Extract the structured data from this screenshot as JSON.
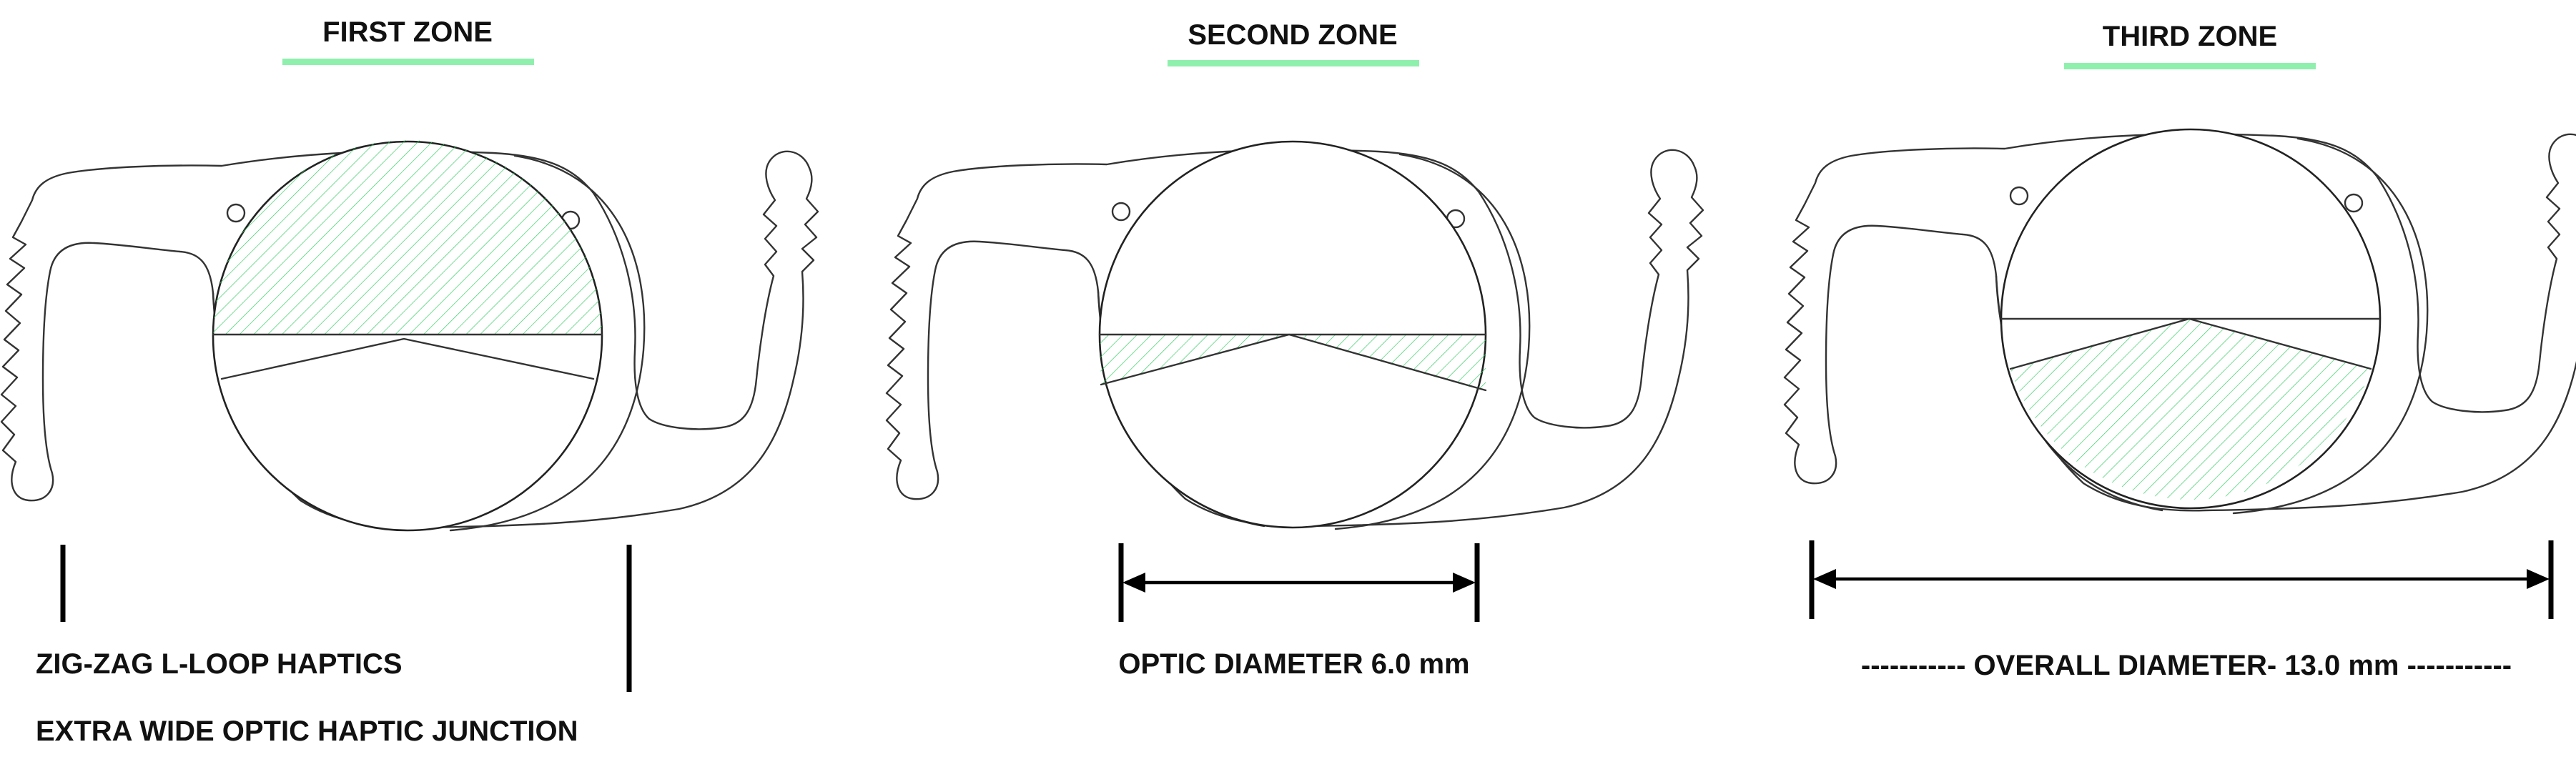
{
  "zones": [
    {
      "title": "FIRST ZONE"
    },
    {
      "title": "SECOND ZONE"
    },
    {
      "title": "THIRD ZONE"
    }
  ],
  "captions": {
    "haptics": "ZIG-ZAG L-LOOP HAPTICS",
    "junction": "EXTRA WIDE OPTIC HAPTIC JUNCTION",
    "optic_diameter": "OPTIC DIAMETER 6.0 mm",
    "overall_diameter": "----------- OVERALL DIAMETER- 13.0 mm -----------"
  },
  "colors": {
    "accent_underline": "#8ff0ad",
    "hatch": "#2bcc5c",
    "outline": "#333333",
    "measure": "#000000"
  }
}
